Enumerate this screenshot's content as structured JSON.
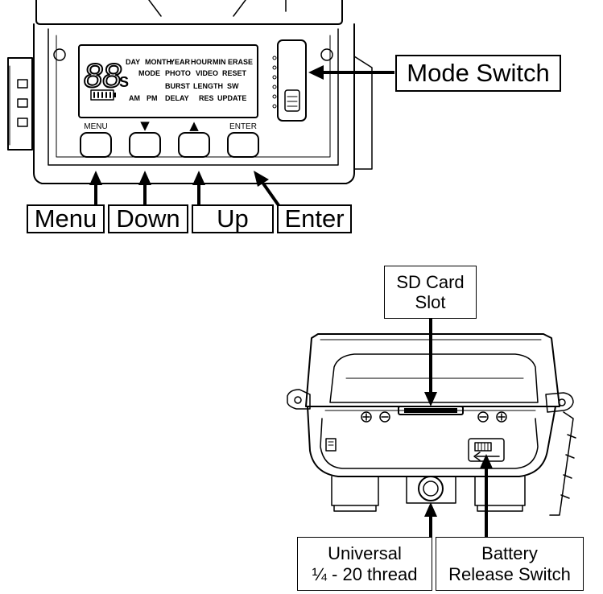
{
  "top_panel": {
    "lcd": {
      "digits": "88",
      "seconds_unit": "S",
      "row1": [
        "DAY",
        "MONTH",
        "YEAR",
        "HOUR",
        "MIN",
        "ERASE"
      ],
      "row2": [
        "MODE",
        "PHOTO",
        "VIDEO",
        "RESET"
      ],
      "row3": [
        "BURST",
        "LENGTH",
        "SW"
      ],
      "row4": [
        "AM",
        "PM",
        "DELAY",
        "RES",
        "UPDATE"
      ]
    },
    "button_captions": {
      "menu": "MENU",
      "down": "▼",
      "up": "▲",
      "enter": "ENTER"
    },
    "callouts": {
      "mode_switch": "Mode Switch",
      "menu": "Menu",
      "down": "Down",
      "up": "Up",
      "enter": "Enter"
    }
  },
  "bottom_panel": {
    "callouts": {
      "sd_card_line1": "SD Card",
      "sd_card_line2": "Slot",
      "thread_line1": "Universal",
      "thread_line2": "¼ - 20 thread",
      "battery_line1": "Battery",
      "battery_line2": "Release Switch"
    }
  }
}
